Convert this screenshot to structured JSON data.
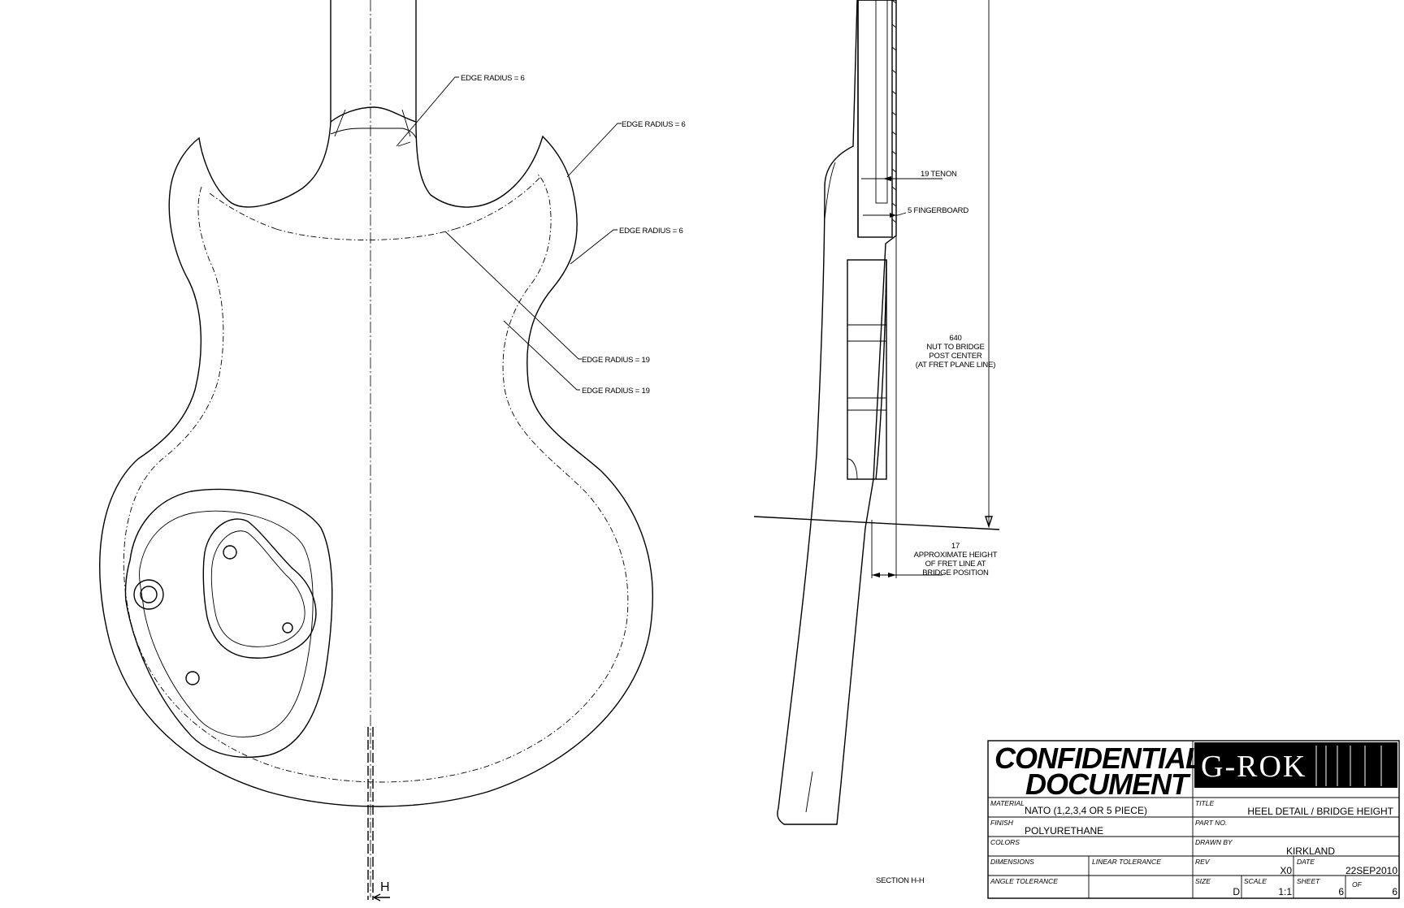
{
  "annotations": {
    "front": [
      {
        "id": "er1",
        "text": "EDGE RADIUS = 6"
      },
      {
        "id": "er2",
        "text": "EDGE RADIUS = 6"
      },
      {
        "id": "er3",
        "text": "EDGE RADIUS = 6"
      },
      {
        "id": "er4",
        "text": "EDGE RADIUS = 19"
      },
      {
        "id": "er5",
        "text": "EDGE RADIUS = 19"
      }
    ],
    "section_marker": "H",
    "side": {
      "tenon": "19 TENON",
      "fingerboard": "5 FINGERBOARD",
      "nut_to_bridge": [
        "640",
        "NUT TO BRIDGE",
        "POST CENTER",
        "(AT FRET PLANE LINE)"
      ],
      "fret_height": [
        "17",
        "APPROXIMATE HEIGHT",
        "OF FRET LINE AT",
        "BRIDGE POSITION"
      ],
      "section_title": "SECTION H-H"
    }
  },
  "title_block": {
    "confidential_line1": "CONFIDENTIAL",
    "confidential_line2": "DOCUMENT",
    "logo": "G-ROK",
    "material_label": "MATERIAL",
    "material": "NATO (1,2,3,4 OR 5 PIECE)",
    "title_label": "TITLE",
    "title": "HEEL DETAIL / BRIDGE HEIGHT",
    "finish_label": "FINISH",
    "finish": "POLYURETHANE",
    "part_no_label": "PART NO.",
    "part_no": "",
    "colors_label": "COLORS",
    "colors": "",
    "drawn_by_label": "DRAWN BY",
    "drawn_by": "KIRKLAND",
    "dimensions_label": "DIMENSIONS",
    "linear_tolerance_label": "LINEAR TOLERANCE",
    "rev_label": "REV",
    "rev": "X0",
    "date_label": "DATE",
    "date": "22SEP2010",
    "angle_tolerance_label": "ANGLE TOLERANCE",
    "size_label": "SIZE",
    "size": "D",
    "scale_label": "SCALE",
    "scale": "1:1",
    "sheet_label": "SHEET",
    "sheet": "6",
    "of_label": "OF",
    "of": "6"
  }
}
